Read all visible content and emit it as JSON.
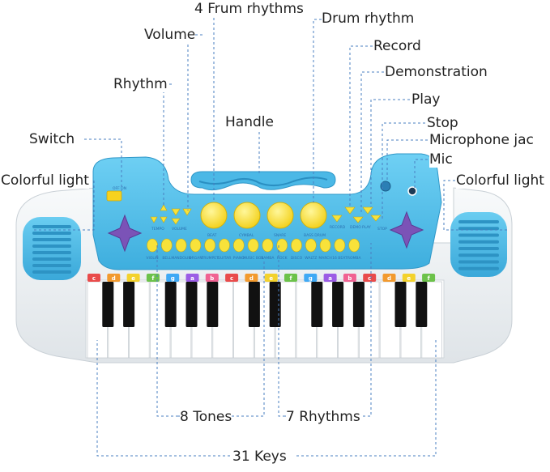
{
  "callouts": {
    "frum_rhythms": "4 Frum rhythms",
    "drum_rhythm": "Drum rhythm",
    "volume": "Volume",
    "record": "Record",
    "demonstration": "Demonstration",
    "rhythm": "Rhythm",
    "play": "Play",
    "handle": "Handle",
    "stop": "Stop",
    "switch": "Switch",
    "microphone_jack": "Microphone jac",
    "mic": "Mic",
    "colorful_light_left": "Colorful light",
    "colorful_light_right": "Colorful light",
    "tones": "8 Tones",
    "rhythms": "7 Rhythms",
    "keys": "31 Keys"
  },
  "panel_labels": {
    "off_on": "OFF  ON",
    "tempo": "TEMPO",
    "volume": "VOLUME",
    "drum_pads": [
      "BEAT",
      "CYMBAL",
      "SNARE",
      "BASS DRUM"
    ],
    "record": "RECORD",
    "demo": "DEMO",
    "play": "PLAY",
    "stop": "STOP"
  },
  "tone_labels": [
    "VIOLIN",
    "BELL",
    "MANDOLIN",
    "ORGAN",
    "TRUMPET",
    "GUITAR",
    "PIANO",
    "MUSIC BOX"
  ],
  "rhythm_labels": [
    "SAMBA",
    "ROCK",
    "DISCO",
    "WALTZ",
    "MARCH",
    "16 BEAT",
    "ROMBA"
  ],
  "key_letters": [
    "c",
    "d",
    "e",
    "f",
    "g",
    "a",
    "b",
    "c",
    "d",
    "e",
    "f",
    "g",
    "a",
    "b",
    "c",
    "d",
    "e",
    "f"
  ],
  "colors": {
    "panel_blue": "#55c0ea",
    "panel_dark": "#3da9d8",
    "drum_yellow": "#f8e23a",
    "star_purple": "#7b53b7",
    "body_white": "#eef1f4",
    "leader_blue": "#4a7fc1"
  }
}
